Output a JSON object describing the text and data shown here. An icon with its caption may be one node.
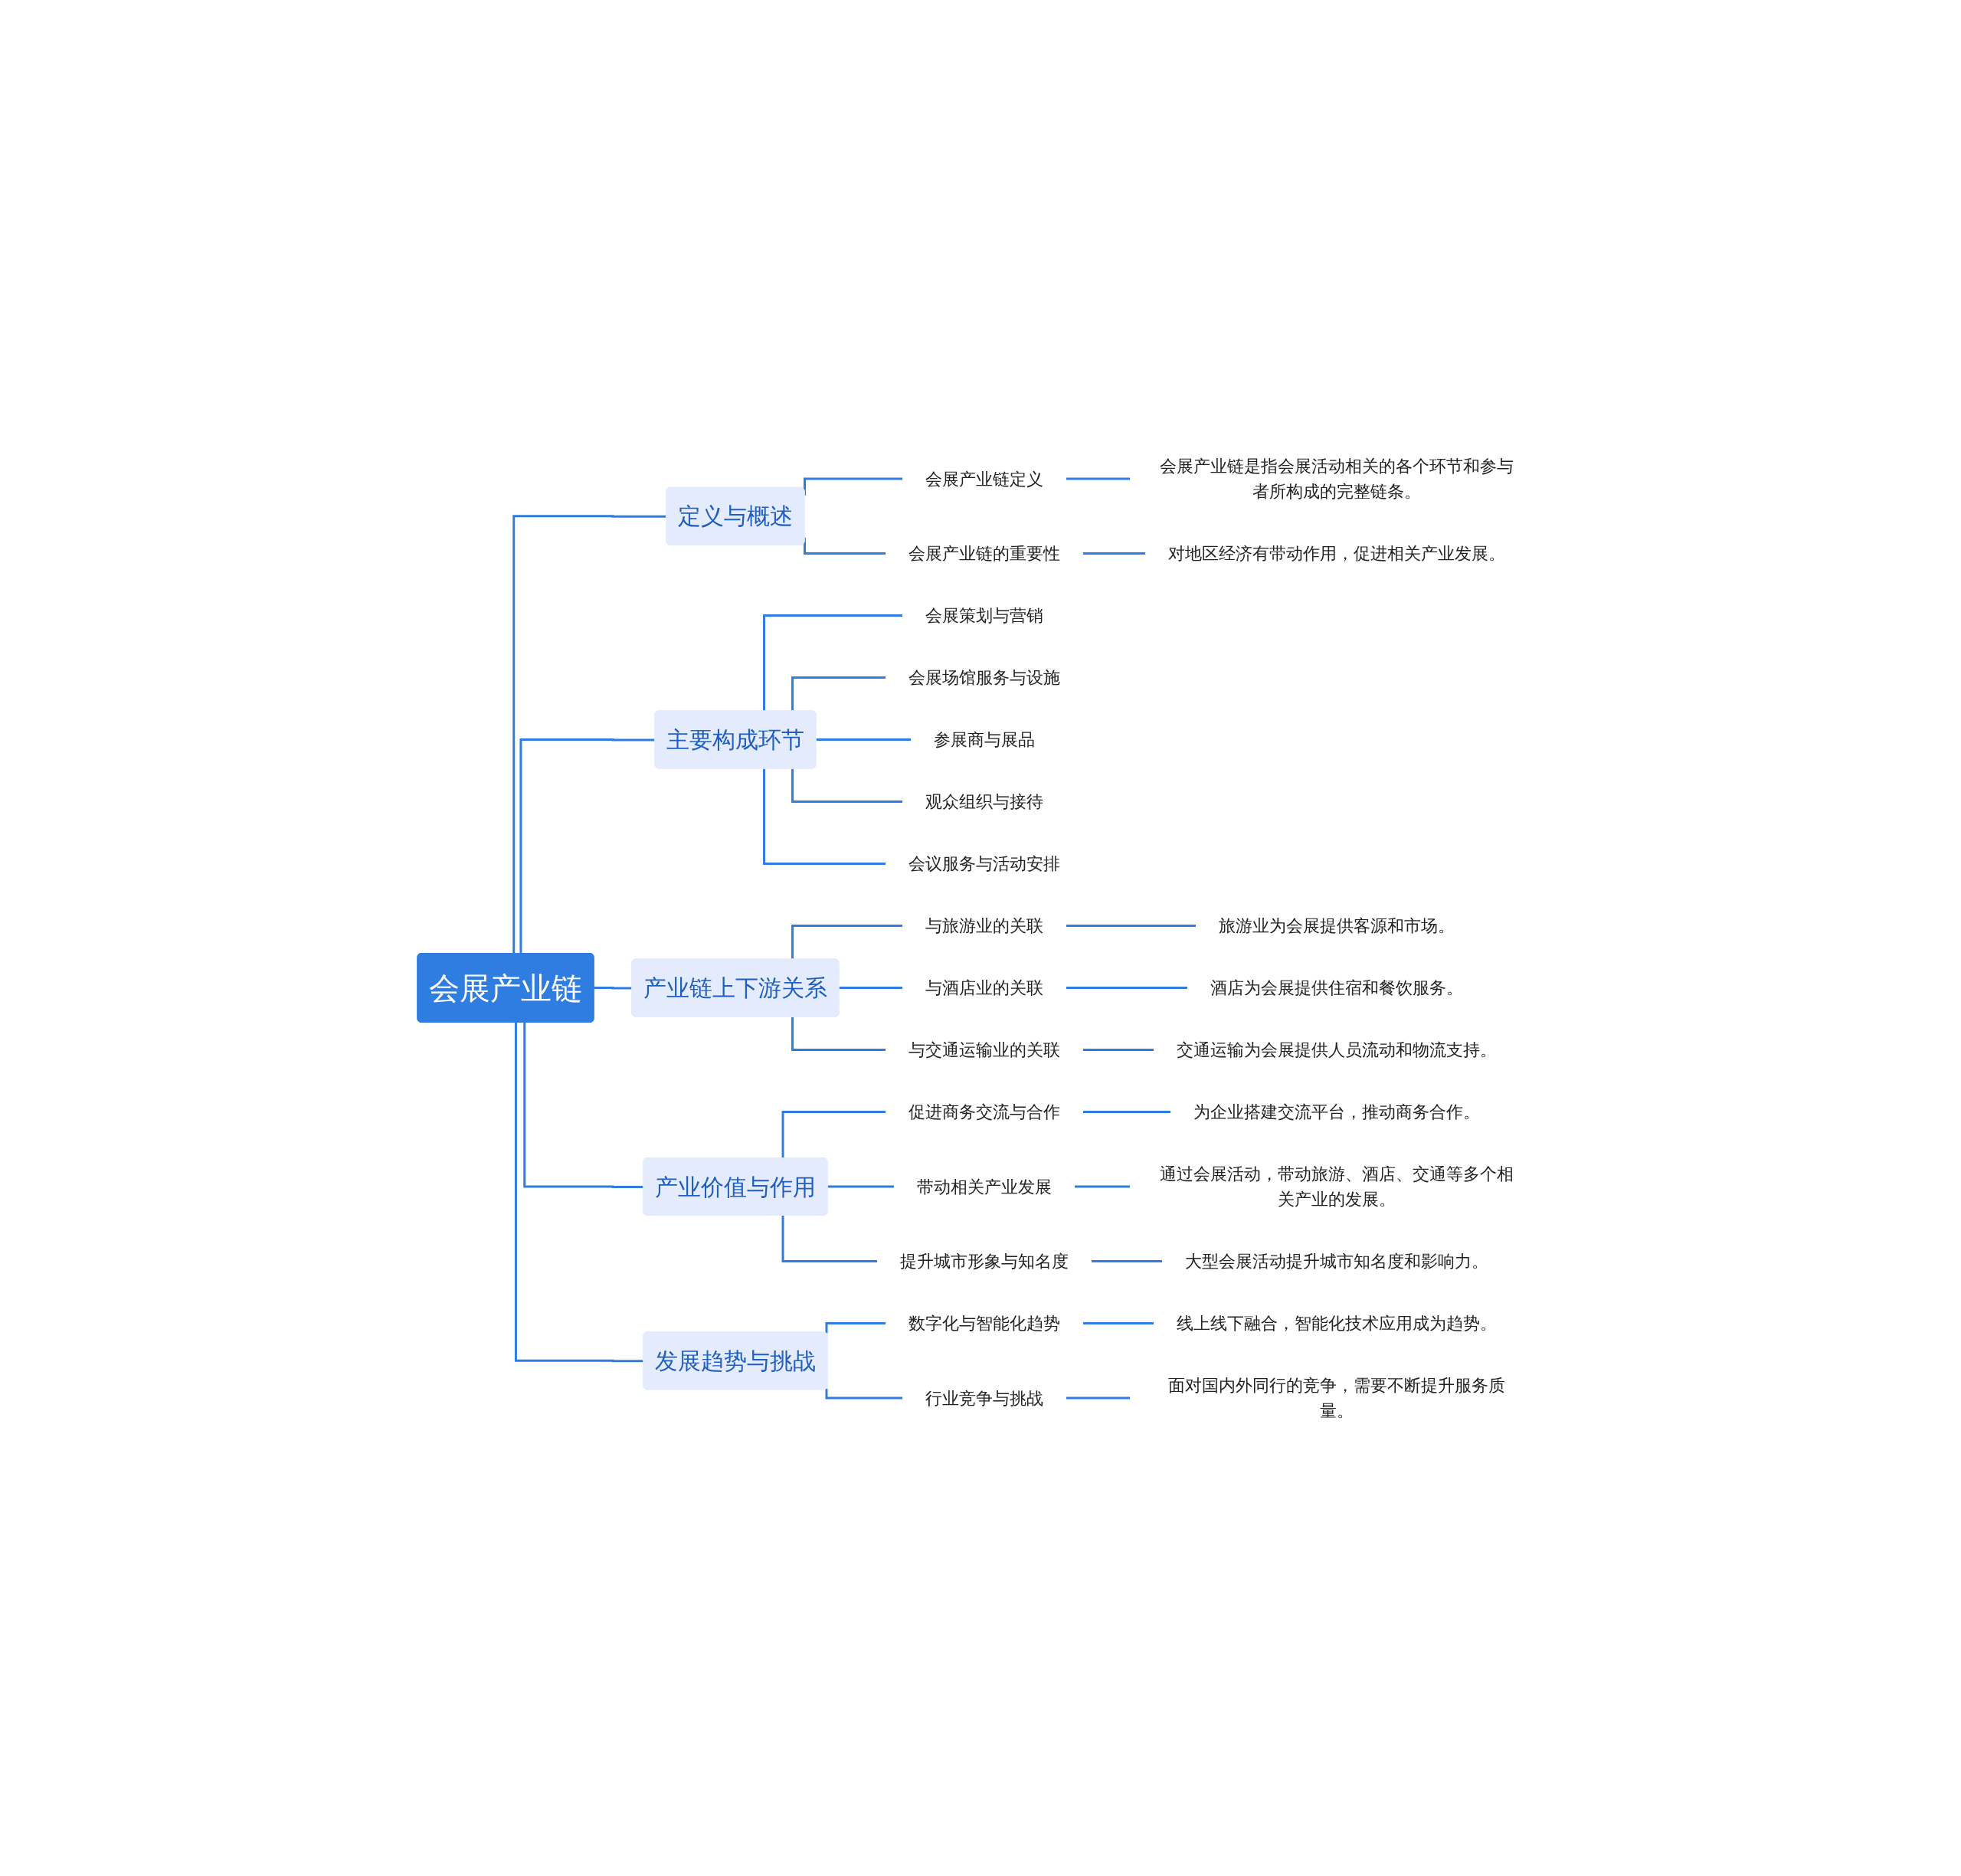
{
  "diagram": {
    "nodes": [
      {
        "text": [
          "会展产业链"
        ]
      },
      {
        "text": [
          "定义与概述"
        ]
      },
      {
        "text": [
          "会展产业链定义"
        ]
      },
      {
        "text": [
          "会展产业链是指会展活动相关的各个环节和参与者所构成的完整链条。"
        ]
      },
      {
        "text": [
          "会展产业链的重要性"
        ]
      },
      {
        "text": [
          "对地区经济有带动作用，促进相关产业发展。"
        ]
      },
      {
        "text": [
          "主要构成环节"
        ]
      },
      {
        "text": [
          "会展策划与营销"
        ]
      },
      {
        "text": [
          "会展场馆服务与设施"
        ]
      },
      {
        "text": [
          "参展商与展品"
        ]
      },
      {
        "text": [
          "观众组织与接待"
        ]
      },
      {
        "text": [
          "会议服务与活动安排"
        ]
      },
      {
        "text": [
          "产业链上下游关系"
        ]
      },
      {
        "text": [
          "与旅游业的关联"
        ]
      },
      {
        "text": [
          "旅游业为会展提供客源和市场。"
        ]
      },
      {
        "text": [
          "与酒店业的关联"
        ]
      },
      {
        "text": [
          "酒店为会展提供住宿和餐饮服务。"
        ]
      },
      {
        "text": [
          "与交通运输业的关联"
        ]
      },
      {
        "text": [
          "交通运输为会展提供人员流动和物流支持。"
        ]
      },
      {
        "text": [
          "产业价值与作用"
        ]
      },
      {
        "text": [
          "促进商务交流与合作"
        ]
      },
      {
        "text": [
          "为企业搭建交流平台，推动商务合作。"
        ]
      },
      {
        "text": [
          "带动相关产业发展"
        ]
      },
      {
        "text": [
          "通过会展活动，带动旅游、酒店、交通等多个相关产业的发展。"
        ]
      },
      {
        "text": [
          "提升城市形象与知名度"
        ]
      },
      {
        "text": [
          "大型会展活动提升城市知名度和影响力。"
        ]
      },
      {
        "text": [
          "发展趋势与挑战"
        ]
      },
      {
        "text": [
          "数字化与智能化趋势"
        ]
      },
      {
        "text": [
          "线上线下融合，智能化技术应用成为趋势。"
        ]
      },
      {
        "text": [
          "行业竞争与挑战"
        ]
      },
      {
        "text": [
          "面对国内外同行的竞争，需要不断提升服务质量。"
        ]
      }
    ],
    "edges": [
      {
        "from": 0,
        "to": 1,
        "arrow": "none"
      },
      {
        "from": 1,
        "to": 2,
        "arrow": "none"
      },
      {
        "from": 2,
        "to": 3,
        "arrow": "none"
      },
      {
        "from": 1,
        "to": 4,
        "arrow": "none"
      },
      {
        "from": 4,
        "to": 5,
        "arrow": "none"
      },
      {
        "from": 0,
        "to": 6,
        "arrow": "none"
      },
      {
        "from": 6,
        "to": 7,
        "arrow": "none"
      },
      {
        "from": 6,
        "to": 8,
        "arrow": "none"
      },
      {
        "from": 6,
        "to": 9,
        "arrow": "none"
      },
      {
        "from": 6,
        "to": 10,
        "arrow": "none"
      },
      {
        "from": 6,
        "to": 11,
        "arrow": "none"
      },
      {
        "from": 0,
        "to": 12,
        "arrow": "none"
      },
      {
        "from": 12,
        "to": 13,
        "arrow": "none"
      },
      {
        "from": 13,
        "to": 14,
        "arrow": "none"
      },
      {
        "from": 12,
        "to": 15,
        "arrow": "none"
      },
      {
        "from": 15,
        "to": 16,
        "arrow": "none"
      },
      {
        "from": 12,
        "to": 17,
        "arrow": "none"
      },
      {
        "from": 17,
        "to": 18,
        "arrow": "none"
      },
      {
        "from": 0,
        "to": 19,
        "arrow": "none"
      },
      {
        "from": 19,
        "to": 20,
        "arrow": "none"
      },
      {
        "from": 20,
        "to": 21,
        "arrow": "none"
      },
      {
        "from": 19,
        "to": 22,
        "arrow": "none"
      },
      {
        "from": 22,
        "to": 23,
        "arrow": "none"
      },
      {
        "from": 19,
        "to": 24,
        "arrow": "none"
      },
      {
        "from": 24,
        "to": 25,
        "arrow": "none"
      },
      {
        "from": 0,
        "to": 26,
        "arrow": "none"
      },
      {
        "from": 26,
        "to": 27,
        "arrow": "none"
      },
      {
        "from": 27,
        "to": 28,
        "arrow": "none"
      },
      {
        "from": 26,
        "to": 29,
        "arrow": "none"
      },
      {
        "from": 29,
        "to": 30,
        "arrow": "none"
      }
    ]
  }
}
